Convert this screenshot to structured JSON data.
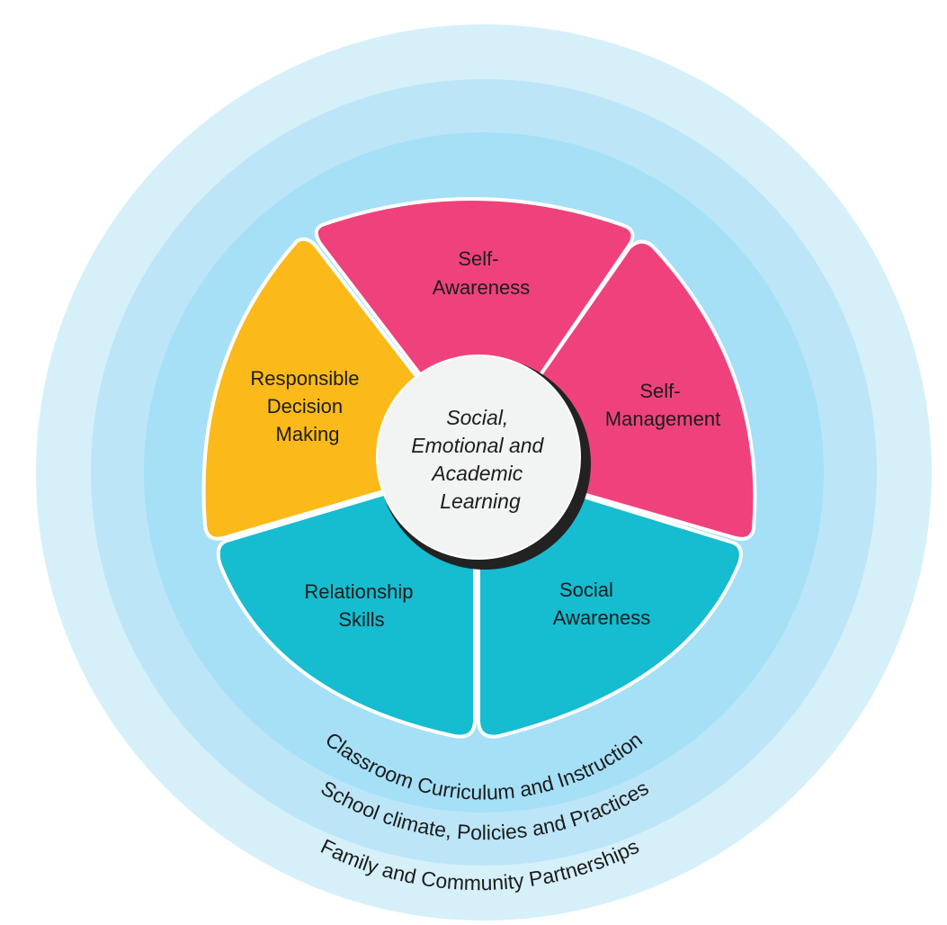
{
  "colors": {
    "ring_outer": "#d6f0fa",
    "ring_middle": "#bce6f8",
    "ring_inner": "#a5e0f7",
    "pink": "#ef427c",
    "yellow": "#fbba1a",
    "teal": "#16bccf",
    "center": "#f2f3f3",
    "text": "#1c1c1c"
  },
  "center": {
    "lines": [
      "Social,",
      "Emotional and",
      "Academic",
      "Learning"
    ]
  },
  "segments": {
    "self_awareness": {
      "lines": [
        "Self-",
        "Awareness"
      ]
    },
    "self_management": {
      "lines": [
        "Self-",
        "Management"
      ]
    },
    "social_awareness": {
      "lines": [
        "Social",
        "Awareness"
      ]
    },
    "relationship_skills": {
      "lines": [
        "Relationship",
        "Skills"
      ]
    },
    "responsible_decision_making": {
      "lines": [
        "Responsible",
        "Decision",
        "Making"
      ]
    }
  },
  "rings": {
    "inner": "Classroom Curriculum and Instruction",
    "middle": "School climate, Policies and Practices",
    "outer": "Family and Community Partnerships"
  }
}
